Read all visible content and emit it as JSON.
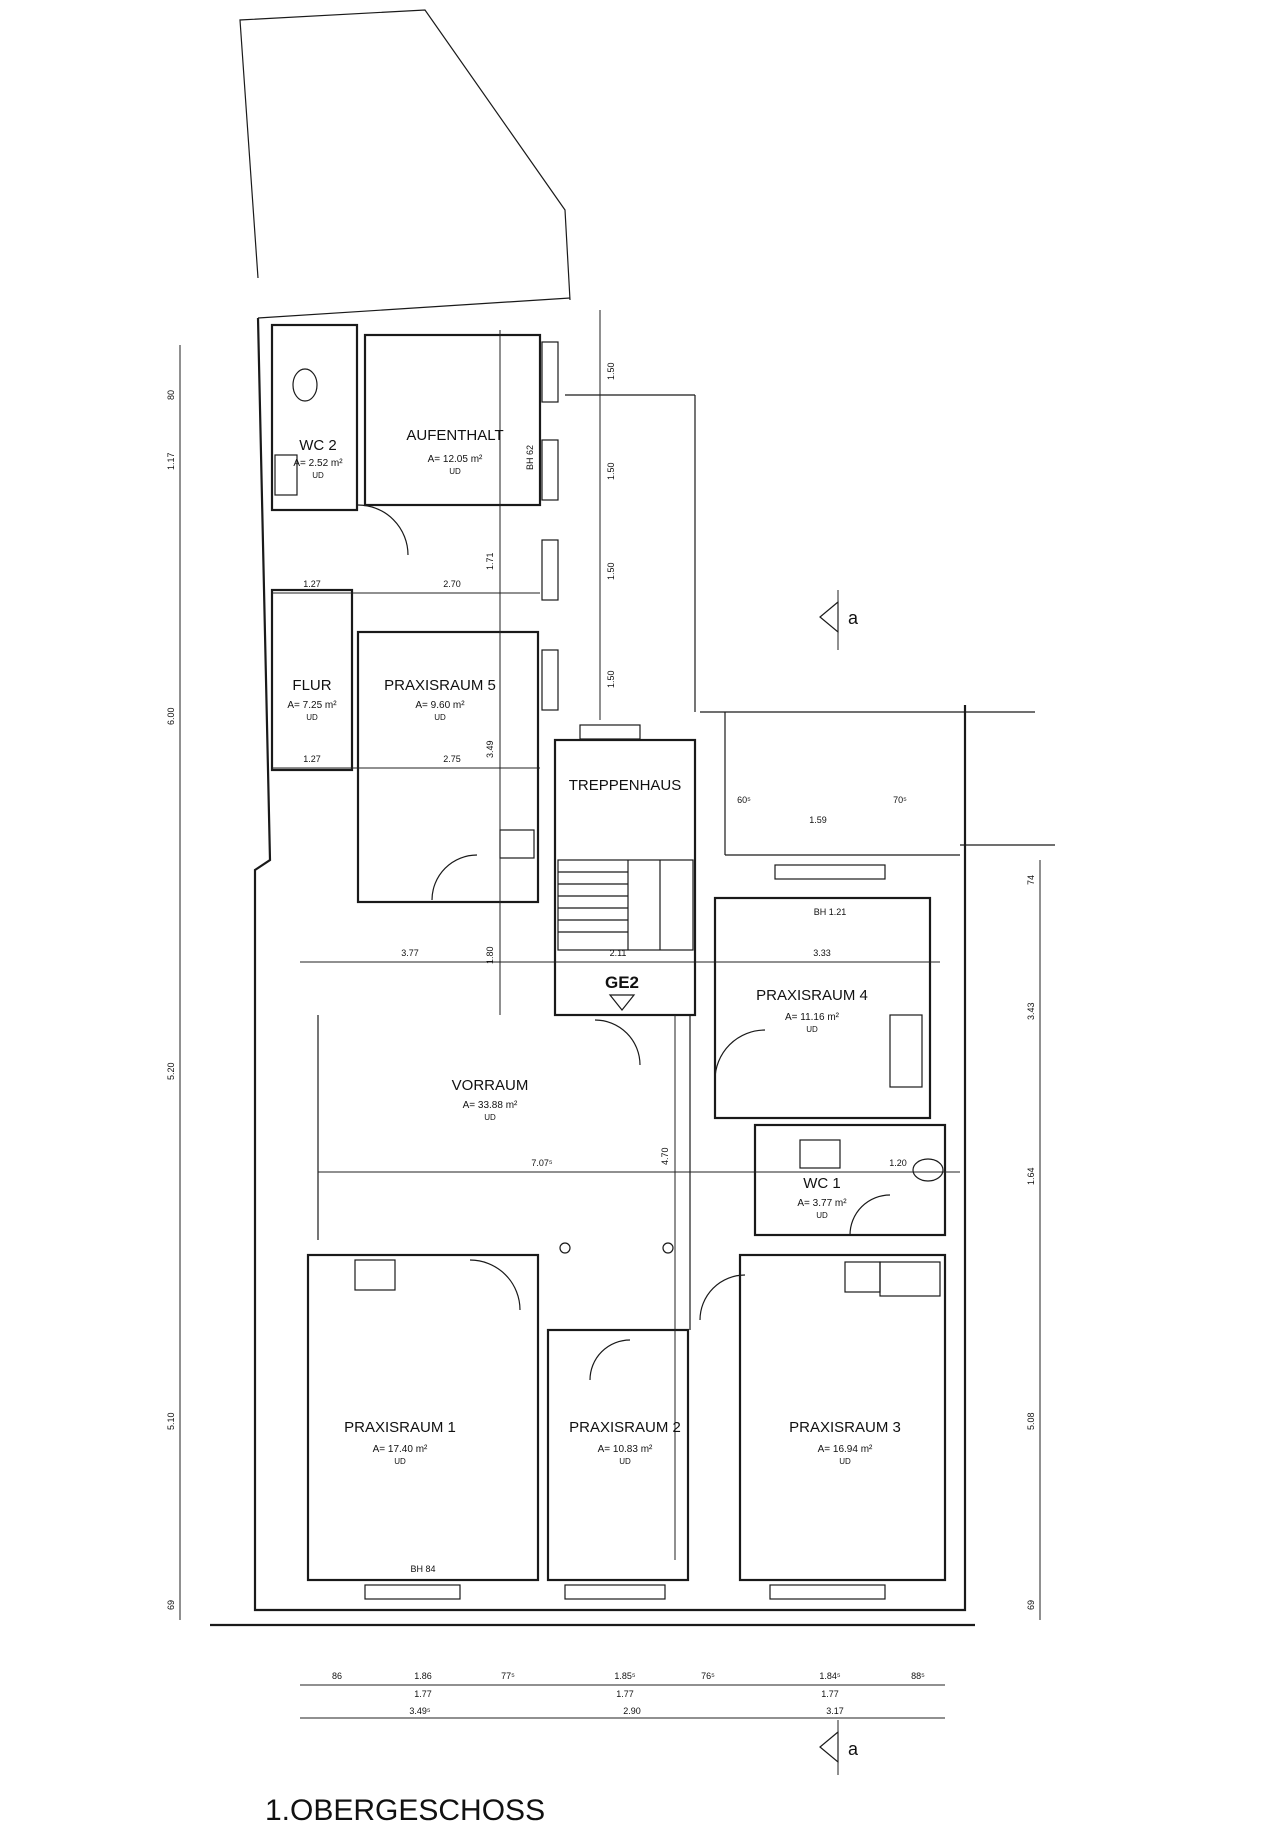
{
  "title": "1.OBERGESCHOSS",
  "section_marker": "a",
  "core_label": "GE2",
  "rooms": [
    {
      "name": "WC 2",
      "area": "A= 2.52 m²",
      "floor": "UD"
    },
    {
      "name": "AUFENTHALT",
      "area": "A= 12.05 m²",
      "floor": "UD"
    },
    {
      "name": "FLUR",
      "area": "A= 7.25 m²",
      "floor": "UD"
    },
    {
      "name": "PRAXISRAUM 5",
      "area": "A= 9.60 m²",
      "floor": "UD"
    },
    {
      "name": "TREPPENHAUS",
      "area": "",
      "floor": ""
    },
    {
      "name": "VORRAUM",
      "area": "A= 33.88 m²",
      "floor": "UD"
    },
    {
      "name": "PRAXISRAUM 4",
      "area": "A= 11.16 m²",
      "floor": "UD"
    },
    {
      "name": "WC 1",
      "area": "A= 3.77 m²",
      "floor": "UD"
    },
    {
      "name": "PRAXISRAUM 1",
      "area": "A= 17.40 m²",
      "floor": "UD"
    },
    {
      "name": "PRAXISRAUM 2",
      "area": "A= 10.83 m²",
      "floor": "UD"
    },
    {
      "name": "PRAXISRAUM 3",
      "area": "A= 16.94 m²",
      "floor": "UD"
    }
  ],
  "notes": [
    "BH 62",
    "BH 1.21",
    "BH 84"
  ],
  "inner_dims": [
    "1.27",
    "2.70",
    "1.27",
    "2.75",
    "3.77",
    "2.11",
    "3.33",
    "7.07⁵",
    "4.70",
    "1.71",
    "3.49",
    "1.80",
    "1.59",
    "70⁵",
    "60⁵",
    "1.20"
  ],
  "left_dims": [
    "6.00",
    "5.20",
    "5.10",
    "1.17",
    "80",
    "69"
  ],
  "right_dims": [
    "3.43",
    "1.64",
    "5.08",
    "74",
    "69"
  ],
  "stair_dims": [
    "1.50",
    "1.50",
    "1.50",
    "1.50"
  ],
  "bottom_row1": [
    "86",
    "1.86",
    "77⁵",
    "1.85⁵",
    "76⁵",
    "1.84⁵",
    "88⁵"
  ],
  "bottom_row1b": [
    "1.77",
    "1.77",
    "1.77"
  ],
  "bottom_row2": [
    "3.49⁵",
    "2.90",
    "3.17"
  ]
}
